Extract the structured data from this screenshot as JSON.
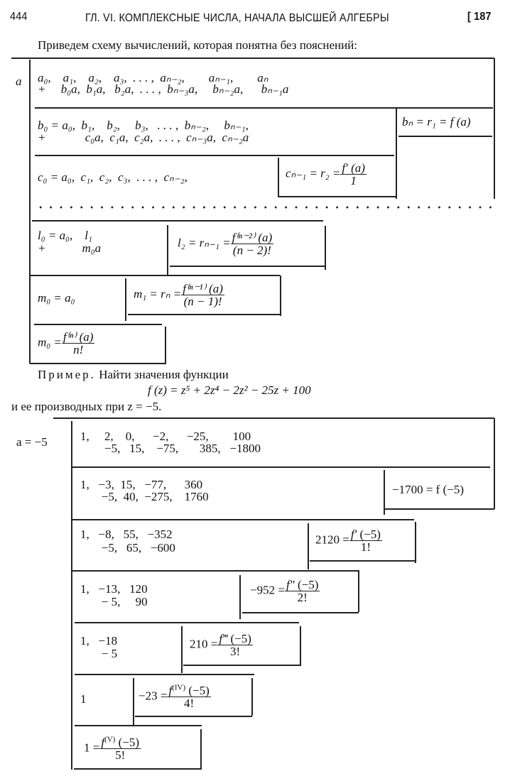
{
  "header": {
    "page_number": "444",
    "running_title": "ГЛ. VI. КОМПЛЕКСНЫЕ ЧИСЛА, НАЧАЛА ВЫСШЕЙ АЛГЕБРЫ",
    "section": "[ 187"
  },
  "intro": "Приведем схему вычислений, которая понятна без пояснений:",
  "scheme": {
    "a_label": "a",
    "row1": [
      "a₀,    a₁,    a₂,    a₃,  . . . ,  aₙ₋₂,        aₙ₋₁,        aₙ",
      "+     b₀a,  b₁a,   b₂a,  . . . ,  bₙ₋₃a,     bₙ₋₂a,      bₙ₋₁a"
    ],
    "row2": [
      "b₀ = a₀,  b₁,    b₂,     b₃,   . . . ,  bₙ₋₂,     bₙ₋₁,",
      "+             c₀a,  c₁a,  c₂a,  . . . ,  cₙ₋₃a,  cₙ₋₂a"
    ],
    "bn_box": "bₙ = r₁ = f (a)",
    "row3": "c₀ = a₀,  c₁,  c₂,  c₃,  . . . ,  cₙ₋₂,",
    "c_box": {
      "lhs": "cₙ₋₁ = r₂ =",
      "num": "f′ (a)",
      "den": "1"
    },
    "row_l": [
      "l₀ = a₀,    l₁",
      "+            m₀a"
    ],
    "l_box": {
      "lhs": "l₂ = rₙ₋₁ =",
      "num": "f⁽ⁿ⁻²⁾ (a)",
      "den": "(n − 2)!"
    },
    "row_m": "m₀ = a₀",
    "m_box": {
      "lhs": "m₁ = rₙ =",
      "num": "f⁽ⁿ⁻¹⁾ (a)",
      "den": "(n − 1)!"
    },
    "last_box": {
      "lhs": "m₀ =",
      "num": "f⁽ⁿ⁾ (a)",
      "den": "n!"
    }
  },
  "example": {
    "label": "Пример.",
    "text": " Найти значения функции",
    "formula": "f (z) = z⁵ + 2z⁴ − 2z² − 25z + 100",
    "text2": "и ее производных при z = −5."
  },
  "table": {
    "a_label": "a = −5",
    "rows": [
      {
        "lines": [
          "1,     2,    0,      −2,      −25,        100",
          "        −5,   15,    −75,       385,   −1800"
        ]
      },
      {
        "lines": [
          "1,   −3,  15,   −77,      360",
          "       −5,  40,  −275,    1760"
        ],
        "box": {
          "lhs": "−1700 = f (−5)"
        }
      },
      {
        "lines": [
          "1,   −8,   55,   −352",
          "       −5,   65,   −600"
        ],
        "box": {
          "lhs": "2120 =",
          "f": "f′",
          "sup": "",
          "arg": " (−5)",
          "den": "1!"
        }
      },
      {
        "lines": [
          "1,   −13,   120",
          "       − 5,     90"
        ],
        "box": {
          "lhs": "−952 =",
          "f": "f″",
          "sup": "",
          "arg": " (−5)",
          "den": "2!"
        }
      },
      {
        "lines": [
          "1,   −18",
          "       − 5"
        ],
        "box": {
          "lhs": "210 =",
          "f": "f‴",
          "sup": "",
          "arg": " (−5)",
          "den": "3!"
        }
      },
      {
        "lines": [
          "1"
        ],
        "box": {
          "lhs": "−23 =",
          "f": "f",
          "sup": "(IV)",
          "arg": " (−5)",
          "den": "4!"
        }
      },
      {
        "box": {
          "lhs": "1 =",
          "f": "f",
          "sup": "(V)",
          "arg": " (−5)",
          "den": "5!"
        }
      }
    ]
  }
}
